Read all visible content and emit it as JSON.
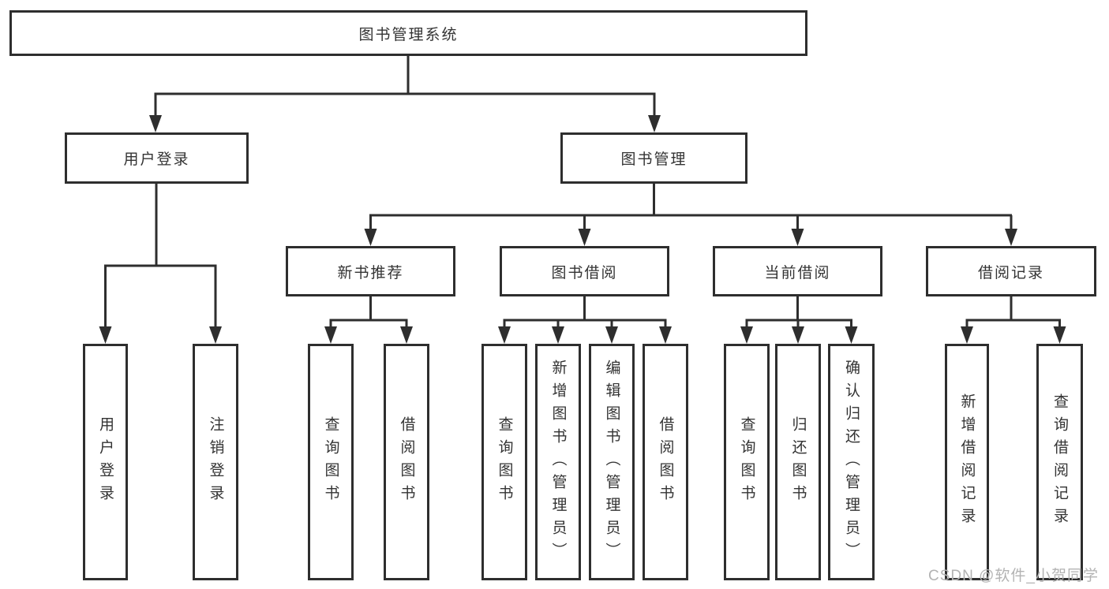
{
  "diagram": {
    "root": "图书管理系统",
    "branches": [
      {
        "label": "用户登录",
        "children": [
          {
            "label": "用户登录"
          },
          {
            "label": "注销登录"
          }
        ]
      },
      {
        "label": "图书管理",
        "children": [
          {
            "label": "新书推荐",
            "children": [
              {
                "label": "查询图书"
              },
              {
                "label": "借阅图书"
              }
            ]
          },
          {
            "label": "图书借阅",
            "children": [
              {
                "label": "查询图书"
              },
              {
                "label": "新增图书（管理员）"
              },
              {
                "label": "编辑图书（管理员）"
              },
              {
                "label": "借阅图书"
              }
            ]
          },
          {
            "label": "当前借阅",
            "children": [
              {
                "label": "查询图书"
              },
              {
                "label": "归还图书"
              },
              {
                "label": "确认归还（管理员）"
              }
            ]
          },
          {
            "label": "借阅记录",
            "children": [
              {
                "label": "新增借阅记录"
              },
              {
                "label": "查询借阅记录"
              }
            ]
          }
        ]
      }
    ]
  },
  "watermark": {
    "text": "CSDN @软件_小贺同学"
  },
  "colors": {
    "line": "#2e2e2e",
    "node_border": "#2e2e2e",
    "node_text": "#333333",
    "watermark": "#b3b3b3",
    "background": "#ffffff"
  }
}
